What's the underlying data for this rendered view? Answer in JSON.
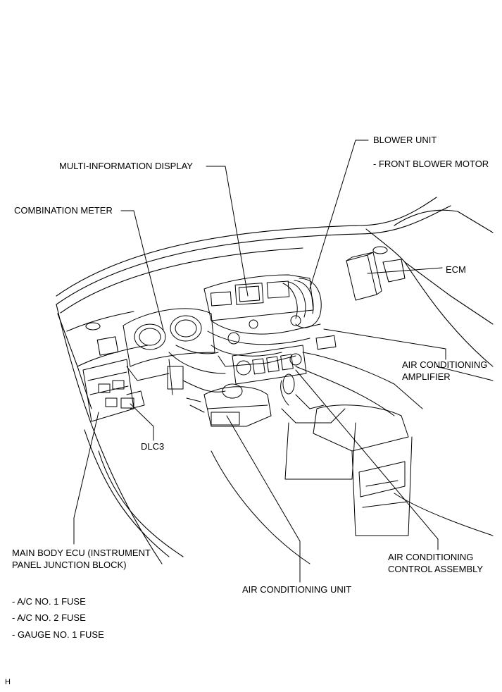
{
  "labels": {
    "blower_unit": "BLOWER UNIT",
    "front_blower_motor": "- FRONT BLOWER MOTOR",
    "multi_info_display": "MULTI-INFORMATION DISPLAY",
    "combination_meter": "COMBINATION METER",
    "ecm": "ECM",
    "ac_amplifier_line1": "AIR CONDITIONING",
    "ac_amplifier_line2": "AMPLIFIER",
    "dlc3": "DLC3",
    "main_body_ecu_line1": "MAIN BODY ECU (INSTRUMENT",
    "main_body_ecu_line2": "PANEL JUNCTION BLOCK)",
    "ac_control_line1": "AIR CONDITIONING",
    "ac_control_line2": "CONTROL ASSEMBLY",
    "ac_unit": "AIR CONDITIONING UNIT",
    "fuse1": "- A/C NO. 1 FUSE",
    "fuse2": "- A/C NO. 2 FUSE",
    "fuse3": "- GAUGE NO. 1 FUSE"
  },
  "figure_code": "H"
}
